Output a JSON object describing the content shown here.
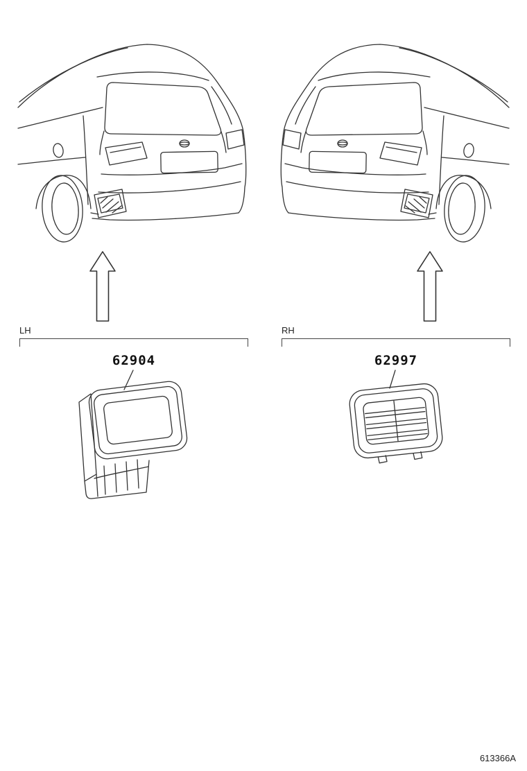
{
  "page": {
    "background": "#ffffff",
    "line_color": "#333333",
    "description": "rear-bumper-vent-parts-diagram"
  },
  "sections": {
    "left": {
      "side_label": "LH",
      "part_number": "62904",
      "arrow_icon": "up-arrow",
      "illustration": "car-rear-view-left"
    },
    "right": {
      "side_label": "RH",
      "part_number": "62997",
      "arrow_icon": "up-arrow",
      "illustration": "car-rear-view-right"
    }
  },
  "footer": {
    "diagram_code": "613366A"
  }
}
